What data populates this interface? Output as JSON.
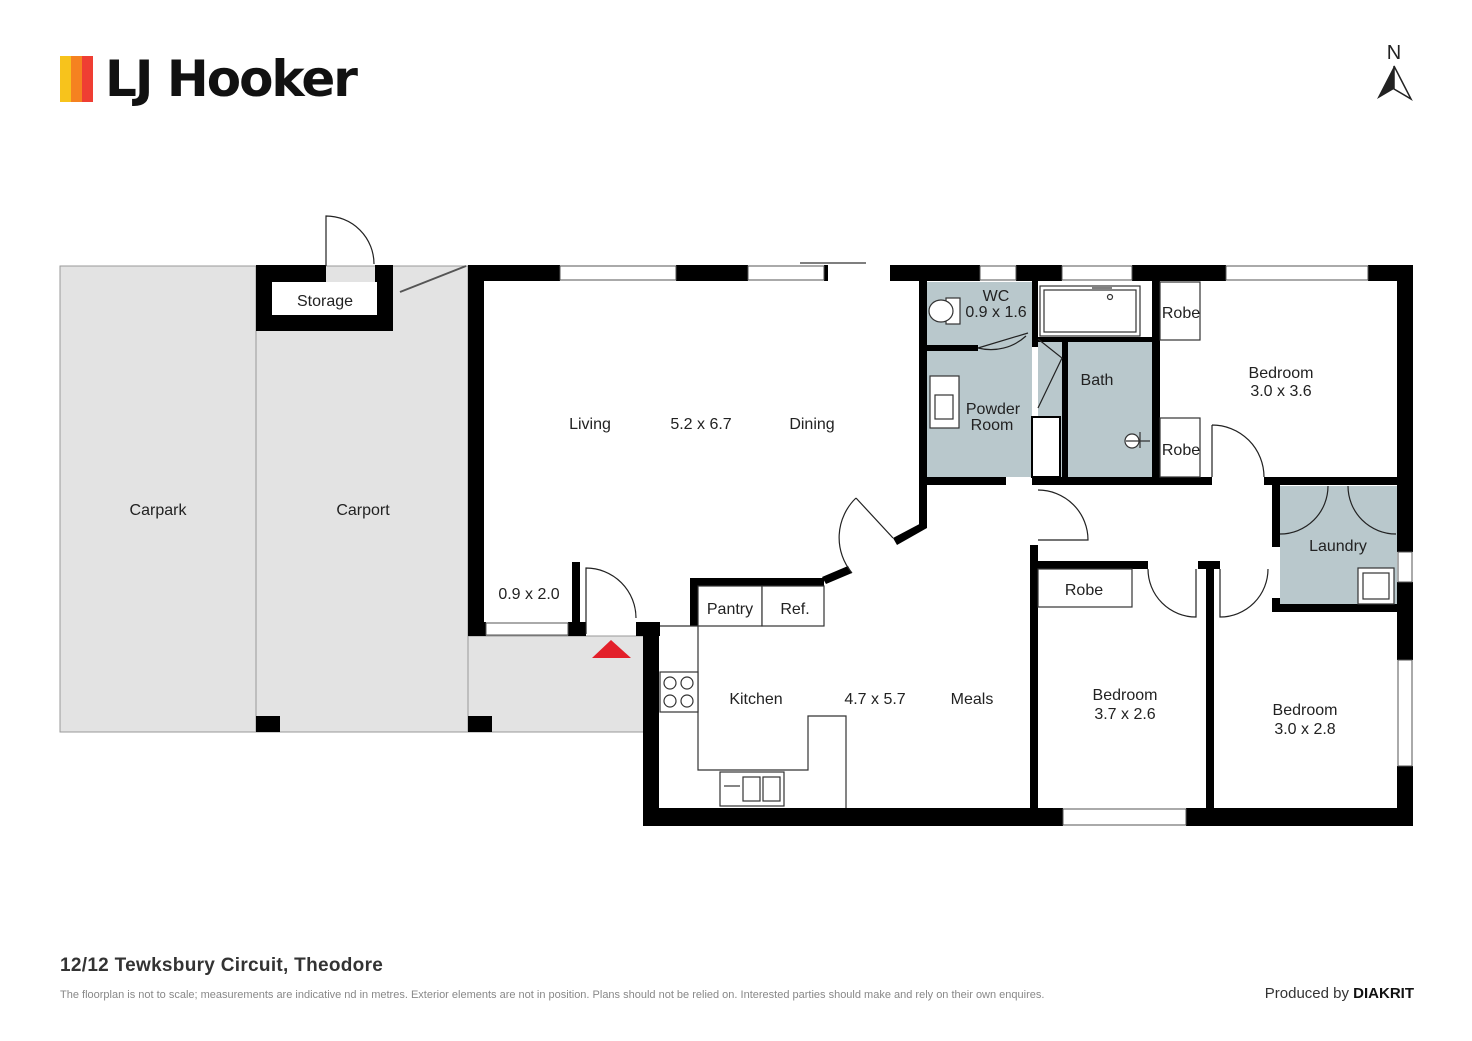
{
  "brand": {
    "name": "LJ Hooker",
    "bar_colors": [
      "#f7c31c",
      "#f58220",
      "#ef3e33"
    ]
  },
  "compass": {
    "label": "N"
  },
  "colors": {
    "wall": "#000000",
    "wet_area": "#b9c8cc",
    "outdoor": "#e3e3e3",
    "entry_marker": "#e3202a"
  },
  "rooms": {
    "storage": "Storage",
    "carpark": "Carpark",
    "carport": "Carport",
    "living": "Living",
    "living_size": "5.2 x 6.7",
    "dining": "Dining",
    "entry_size": "0.9 x 2.0",
    "wc": "WC",
    "wc_size": "0.9 x 1.6",
    "bath": "Bath",
    "powder_line1": "Powder",
    "powder_line2": "Room",
    "robe_top": "Robe",
    "robe_mid": "Robe",
    "robe_lower": "Robe",
    "bedroom_tr": "Bedroom",
    "bedroom_tr_size": "3.0 x 3.6",
    "laundry": "Laundry",
    "pantry": "Pantry",
    "ref": "Ref.",
    "kitchen": "Kitchen",
    "kitchen_size": "4.7 x 5.7",
    "meals": "Meals",
    "bedroom_mid": "Bedroom",
    "bedroom_mid_size": "3.7 x 2.6",
    "bedroom_br": "Bedroom",
    "bedroom_br_size": "3.0 x 2.8"
  },
  "footer": {
    "address": "12/12 Tewksbury Circuit, Theodore",
    "disclaimer": "The floorplan is not to scale; measurements are indicative nd in metres. Exterior elements are not in position. Plans should not be relied on. Interested parties should make and rely on their own enquires.",
    "produced_prefix": "Produced by",
    "produced_brand": "DIAKRIT"
  }
}
